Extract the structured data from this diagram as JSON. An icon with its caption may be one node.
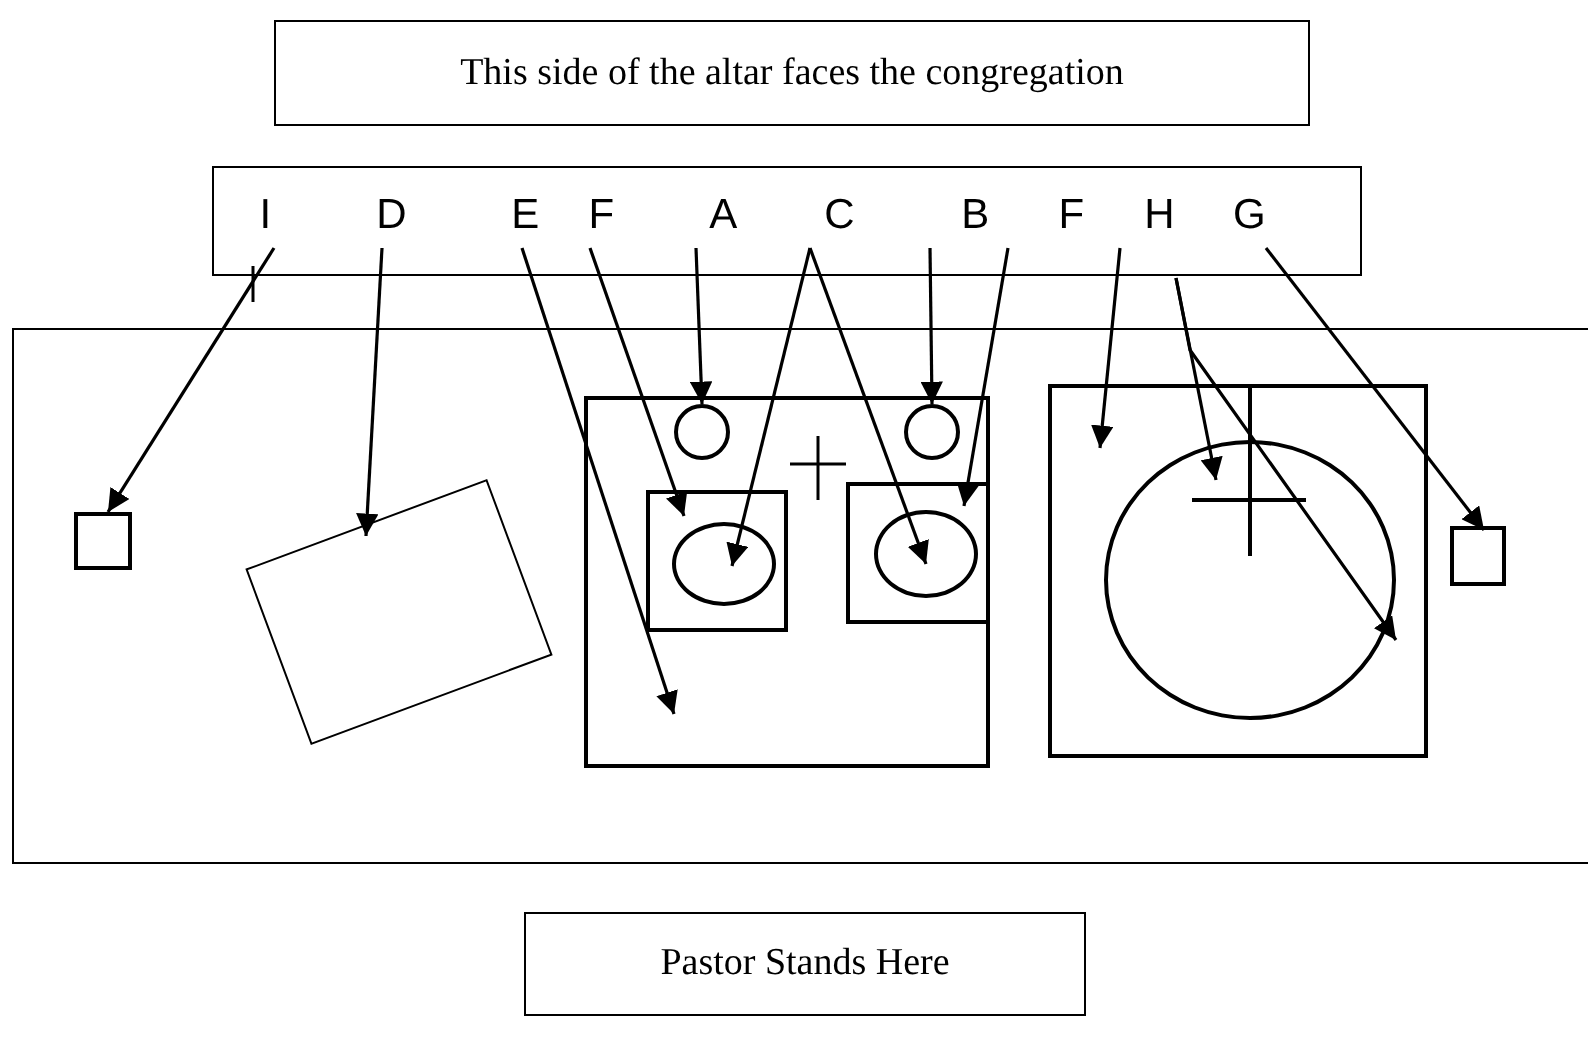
{
  "diagram": {
    "nodes": [
      {
        "text": [
          "This side of the altar faces the congregation"
        ]
      },
      {
        "text": [],
        "shape": "box"
      },
      {
        "text": [
          "I"
        ],
        "in": 1
      },
      {
        "text": [
          "D"
        ],
        "in": 1
      },
      {
        "text": [
          "E"
        ],
        "in": 1
      },
      {
        "text": [
          "F"
        ],
        "in": 1
      },
      {
        "text": [
          "A"
        ],
        "in": 1
      },
      {
        "text": [
          "C"
        ],
        "in": 1
      },
      {
        "text": [
          "B"
        ],
        "in": 1
      },
      {
        "text": [
          "F"
        ],
        "in": 1
      },
      {
        "text": [
          "H"
        ],
        "in": 1
      },
      {
        "text": [
          "G"
        ],
        "in": 1
      },
      {
        "text": [],
        "shape": "box"
      },
      {
        "text": [],
        "shape": "box",
        "in": 12
      },
      {
        "text": [],
        "shape": "box",
        "in": 12
      },
      {
        "text": [],
        "shape": "box",
        "in": 12
      },
      {
        "text": [],
        "shape": "circle",
        "in": 15
      },
      {
        "text": [],
        "shape": "circle",
        "in": 15
      },
      {
        "text": [],
        "shape": "box",
        "in": 15
      },
      {
        "text": [],
        "shape": "ellipse",
        "in": 18
      },
      {
        "text": [],
        "shape": "box",
        "in": 15
      },
      {
        "text": [],
        "shape": "ellipse",
        "in": 20
      },
      {
        "text": [],
        "shape": "box",
        "in": 12
      },
      {
        "text": [],
        "shape": "circle",
        "in": 22
      },
      {
        "text": [],
        "shape": "cross",
        "in": 22
      },
      {
        "text": [],
        "shape": "box",
        "in": 12
      },
      {
        "text": [
          "Pastor Stands Here"
        ]
      }
    ],
    "edges": [
      {
        "from": 2,
        "to": 13,
        "arrow": "to"
      },
      {
        "from": 3,
        "to": 14,
        "arrow": "to"
      },
      {
        "from": 4,
        "to": 15,
        "arrow": "to"
      },
      {
        "from": 5,
        "to": 18,
        "arrow": "to"
      },
      {
        "from": 6,
        "to": 16,
        "arrow": "to"
      },
      {
        "from": 7,
        "to": 19,
        "arrow": "to"
      },
      {
        "from": 7,
        "to": 21,
        "arrow": "to"
      },
      {
        "from": 8,
        "to": 17,
        "arrow": "to"
      },
      {
        "from": 8,
        "to": 20,
        "arrow": "to"
      },
      {
        "from": 9,
        "to": 22,
        "arrow": "to"
      },
      {
        "from": 10,
        "to": 24,
        "arrow": "to"
      },
      {
        "from": 10,
        "to": 23,
        "arrow": "to"
      },
      {
        "from": 11,
        "to": 25,
        "arrow": "to"
      }
    ]
  }
}
